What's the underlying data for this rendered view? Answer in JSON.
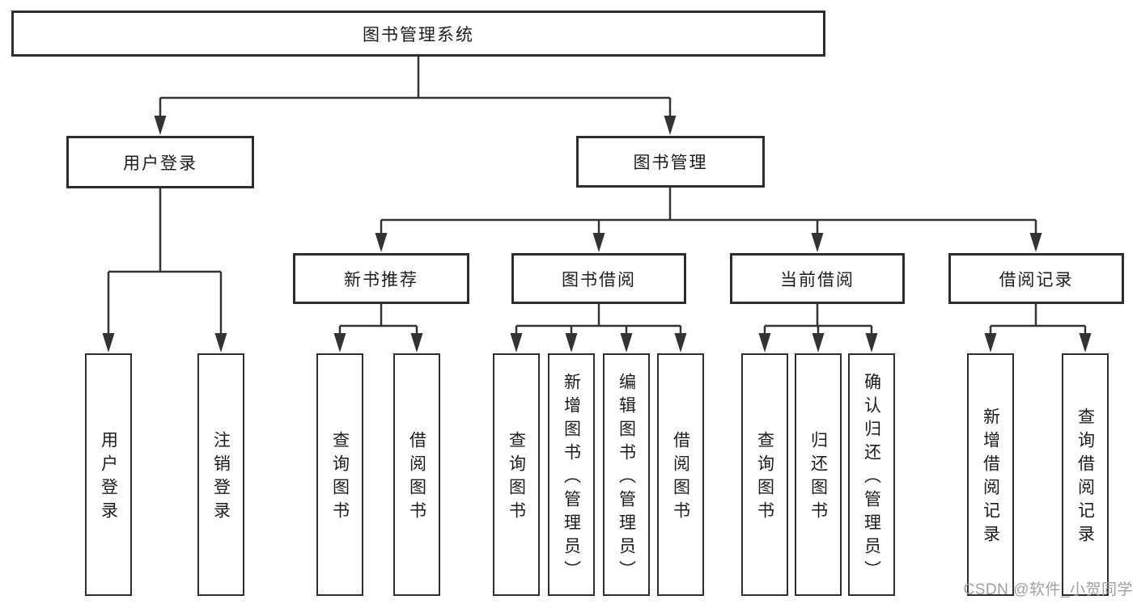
{
  "diagram": {
    "tree": {
      "label": "图书管理系统",
      "children": [
        {
          "label": "用户登录",
          "children": [
            {
              "label": "用户登录"
            },
            {
              "label": "注销登录"
            }
          ]
        },
        {
          "label": "图书管理",
          "children": [
            {
              "label": "新书推荐",
              "children": [
                {
                  "label": "查询图书"
                },
                {
                  "label": "借阅图书"
                }
              ]
            },
            {
              "label": "图书借阅",
              "children": [
                {
                  "label": "查询图书"
                },
                {
                  "label": "新增图书（管理员）"
                },
                {
                  "label": "编辑图书（管理员）"
                },
                {
                  "label": "借阅图书"
                }
              ]
            },
            {
              "label": "当前借阅",
              "children": [
                {
                  "label": "查询图书"
                },
                {
                  "label": "归还图书"
                },
                {
                  "label": "确认归还（管理员）"
                }
              ]
            },
            {
              "label": "借阅记录",
              "children": [
                {
                  "label": "新增借阅记录"
                },
                {
                  "label": "查询借阅记录"
                }
              ]
            }
          ]
        }
      ]
    },
    "watermark": "CSDN @软件_小贺同学",
    "colors": {
      "line": "#333333",
      "box_border": "#2d2d2d",
      "box_fill": "#ffffff",
      "text": "#1c1c1c",
      "watermark": "#a0a0a0"
    }
  }
}
